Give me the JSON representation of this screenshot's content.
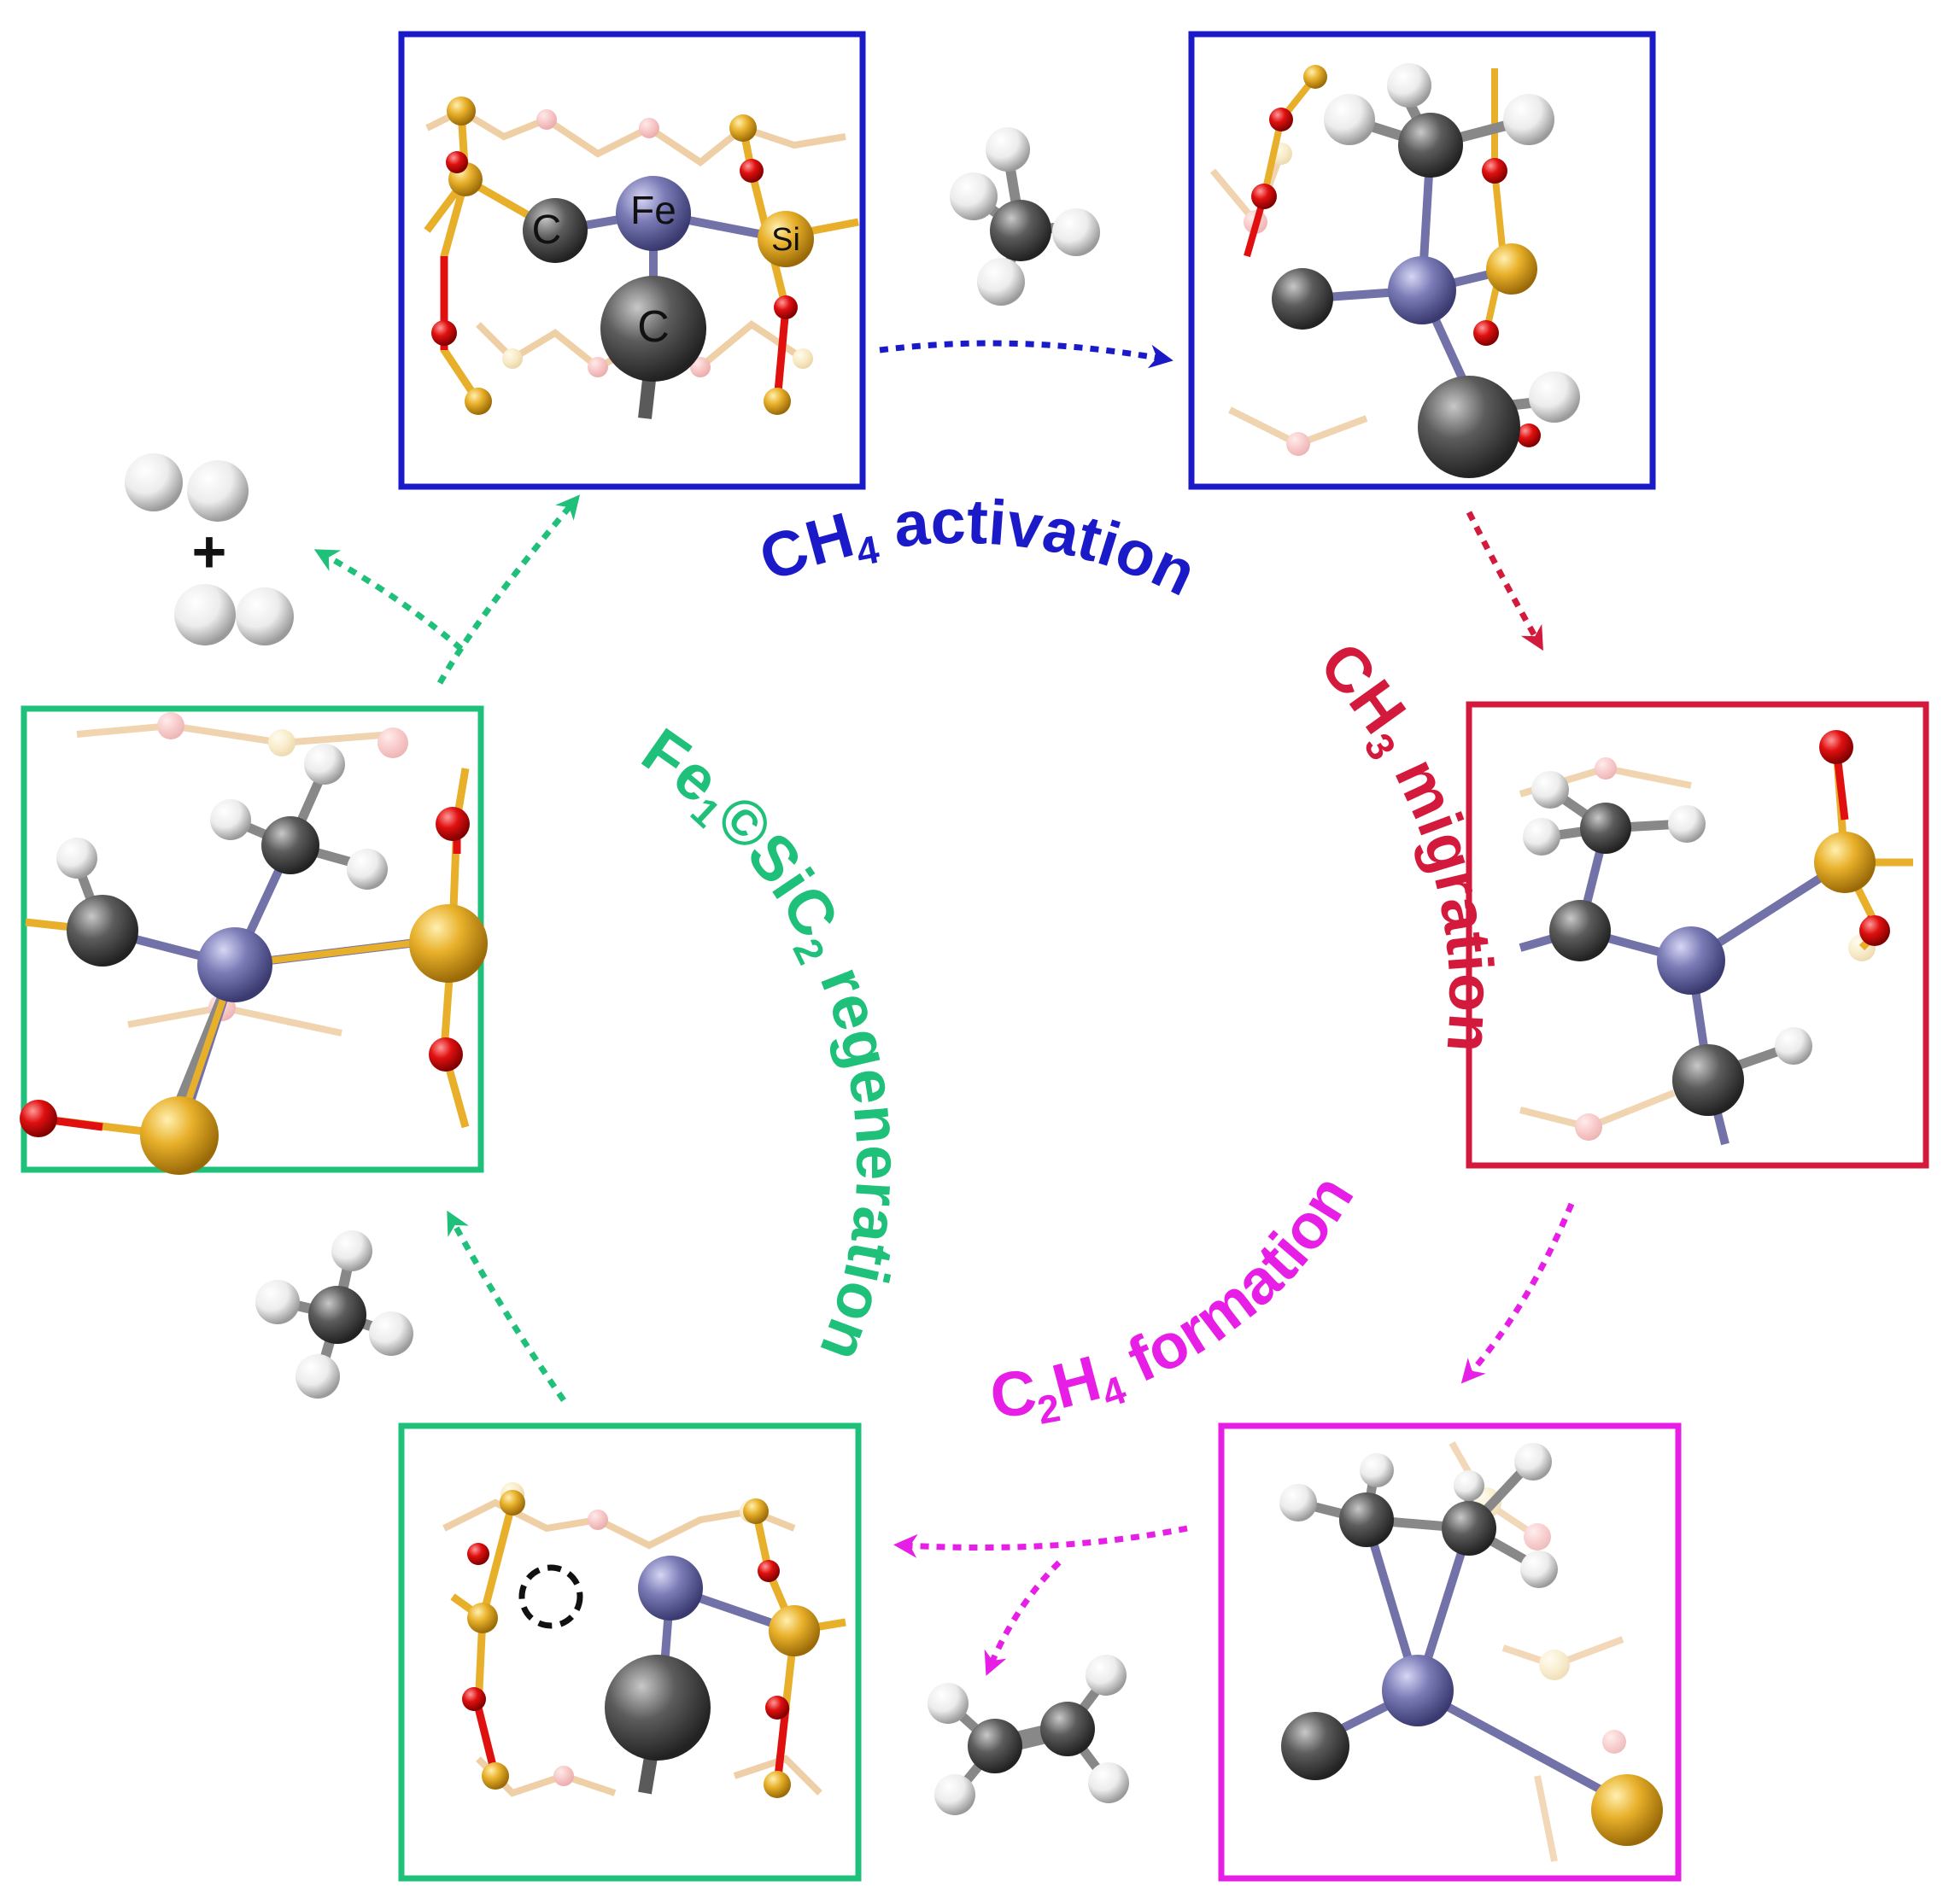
{
  "colors": {
    "activation": "#1a1ac8",
    "migration": "#d41a3c",
    "formation": "#e61ee6",
    "regeneration": "#1fc079",
    "fe": "#7272a8",
    "c": "#5a5a5a",
    "si": "#e8b02a",
    "o": "#e01010",
    "h": "#f2f2f2"
  },
  "labels": {
    "ch4_activation": {
      "main": "CH",
      "sub": "4",
      "tail": " activation"
    },
    "ch3_migration": {
      "main": "CH",
      "sub": "3",
      "tail": " migration"
    },
    "c2h4_formation": {
      "c": "C",
      "sub1": "2",
      "h": "H",
      "sub2": "4",
      "tail": " formation"
    },
    "regeneration": {
      "fe": "Fe",
      "sub1": "1",
      "mid": "©SiC",
      "sub2": "2",
      "tail": " regeneration"
    }
  },
  "atom_labels": {
    "iron": "Fe",
    "carbon": "C",
    "silicon": "Si"
  },
  "plus_sign": "+",
  "icons": {
    "methane_in": "methane-molecule-icon",
    "hydrogen_out": "hydrogen-molecule-icon",
    "ethylene_out": "ethylene-molecule-icon",
    "methane_in_2": "methane-molecule-icon",
    "vacancy": "dashed-vacancy-circle"
  }
}
